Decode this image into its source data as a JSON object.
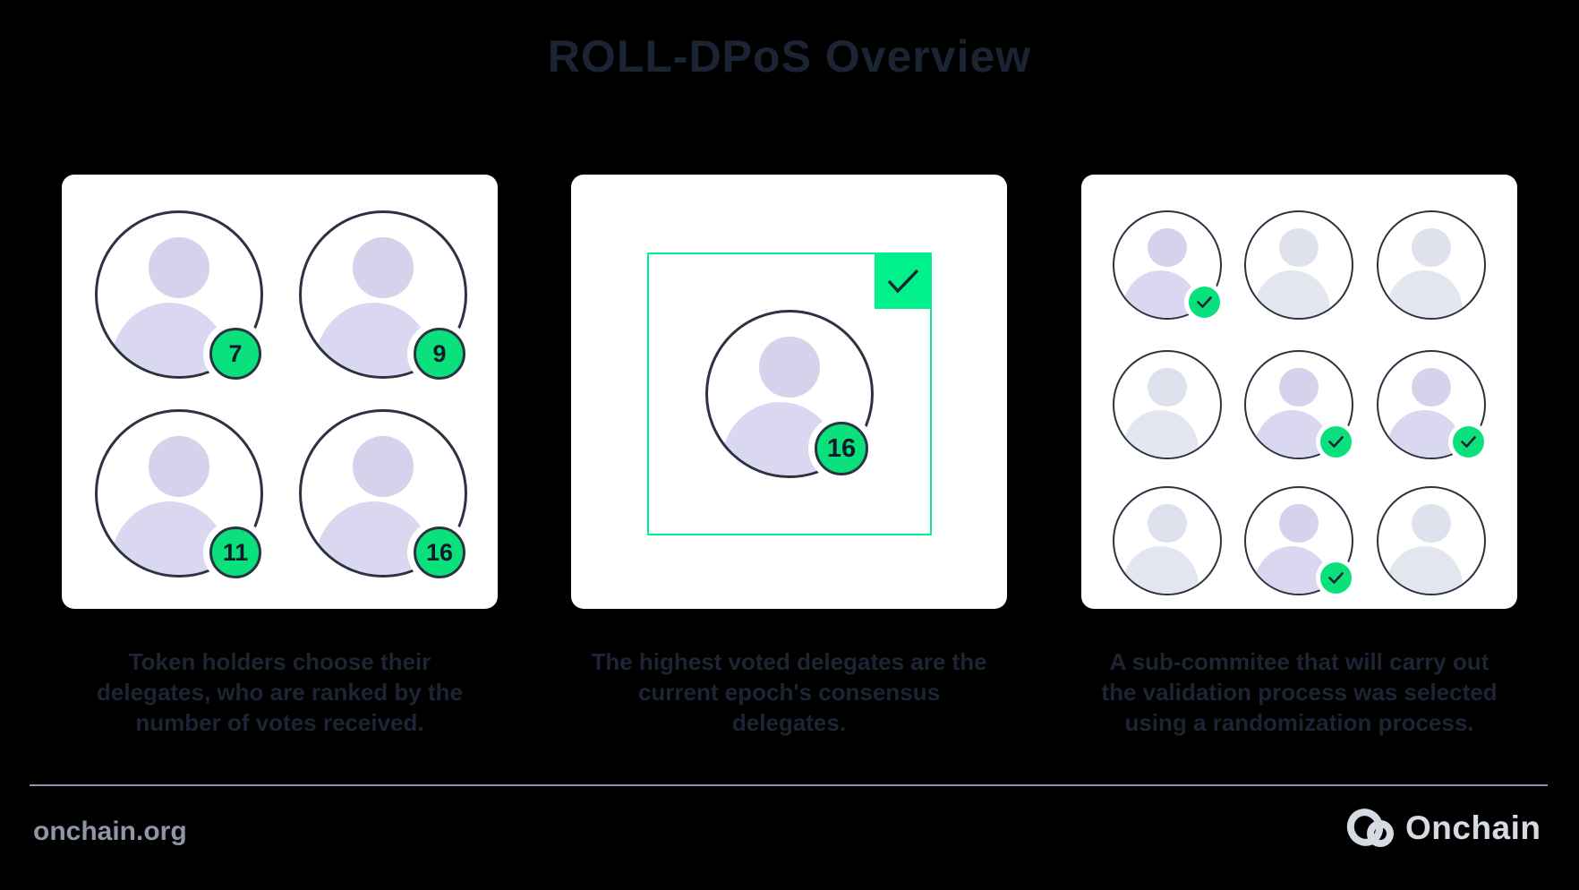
{
  "title": "ROLL-DPoS Overview",
  "panels": [
    {
      "name": "delegate-ranking",
      "caption_lines": [
        "Token holders choose their",
        "delegates, who are ranked by the",
        "number of votes received."
      ],
      "delegates": [
        {
          "votes": "7"
        },
        {
          "votes": "9"
        },
        {
          "votes": "11"
        },
        {
          "votes": "16"
        }
      ]
    },
    {
      "name": "top-delegate-selection",
      "caption_lines": [
        "The highest voted delegates are the",
        "current epoch's consensus",
        "delegates."
      ],
      "selected_delegate": {
        "votes": "16"
      },
      "checkbox_checked": true
    },
    {
      "name": "sub-committee-randomization",
      "caption_lines": [
        "A sub-commitee that will carry out",
        "the validation process was selected",
        "using a randomization process."
      ],
      "grid": [
        {
          "selected": true
        },
        {
          "selected": false
        },
        {
          "selected": false
        },
        {
          "selected": false
        },
        {
          "selected": true
        },
        {
          "selected": true
        },
        {
          "selected": false
        },
        {
          "selected": true
        },
        {
          "selected": false
        }
      ]
    }
  ],
  "footer": {
    "site": "onchain.org",
    "brand": "Onchain"
  },
  "colors": {
    "background": "#000000",
    "card": "#ffffff",
    "heading_text": "#1c2433",
    "caption_text": "#1d2534",
    "avatar_outline": "#2b3242",
    "avatar_purple_head": "#d5d2ec",
    "avatar_purple_body": "#dad8f0",
    "avatar_gray_head": "#dfe2ec",
    "avatar_gray_body": "#e3e6ee",
    "badge_green": "#0ae17c",
    "selection_green": "#00f08b",
    "badge_text": "#101a2b",
    "check_stroke": "#1a2332",
    "divider": "#8b94a6",
    "footer_text": "#8d95a6",
    "logo": "#d6dae3"
  }
}
